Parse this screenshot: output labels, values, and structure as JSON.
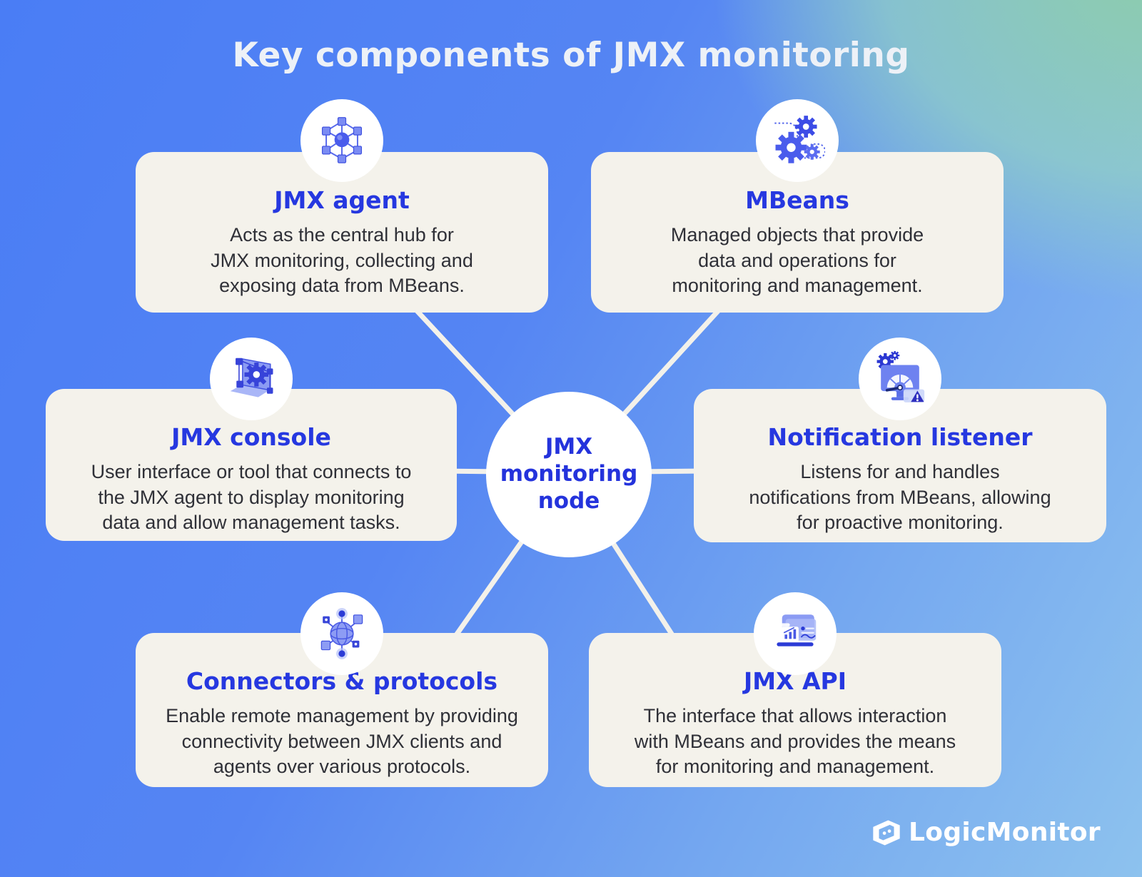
{
  "title": "Key components of JMX monitoring",
  "center_node": {
    "label": [
      "JMX",
      "monitoring",
      "node"
    ]
  },
  "cards": [
    {
      "id": "jmx-agent",
      "icon": "network-hub-icon",
      "title": "JMX agent",
      "body": [
        "Acts as the central hub for",
        "JMX monitoring, collecting and",
        "exposing data from MBeans."
      ]
    },
    {
      "id": "mbeans",
      "icon": "gears-icon",
      "title": "MBeans",
      "body": [
        "Managed objects that provide",
        "data and operations for",
        "monitoring and management."
      ]
    },
    {
      "id": "jmx-console",
      "icon": "console-gear-icon",
      "title": "JMX console",
      "body": [
        "User interface or tool that connects to",
        "the JMX agent to display monitoring",
        "data and allow management tasks."
      ]
    },
    {
      "id": "notification-listener",
      "icon": "gauge-alert-icon",
      "title": "Notification listener",
      "body": [
        "Listens for and handles",
        "notifications from MBeans, allowing",
        "for proactive monitoring."
      ]
    },
    {
      "id": "connectors-protocols",
      "icon": "globe-network-icon",
      "title": "Connectors & protocols",
      "body": [
        "Enable remote management by providing",
        "connectivity between JMX clients and",
        "agents over various protocols."
      ]
    },
    {
      "id": "jmx-api",
      "icon": "laptop-dashboard-icon",
      "title": "JMX API",
      "body": [
        "The interface that allows interaction",
        "with MBeans and provides the means",
        "for monitoring and management."
      ]
    }
  ],
  "footer": {
    "brand": "LogicMonitor"
  },
  "colors": {
    "background_blue": "#4a7df5",
    "background_light_blue": "#8dc2ee",
    "background_green": "#8dcdaa",
    "card_background": "#f4f2eb",
    "accent_blue": "#2638e0",
    "body_text": "#2f3037",
    "connector_line": "#f3f1ea",
    "icon_deep_blue": "#2e3bd8",
    "icon_mid_blue": "#6e82f0",
    "icon_light_blue": "#adbbf6"
  }
}
